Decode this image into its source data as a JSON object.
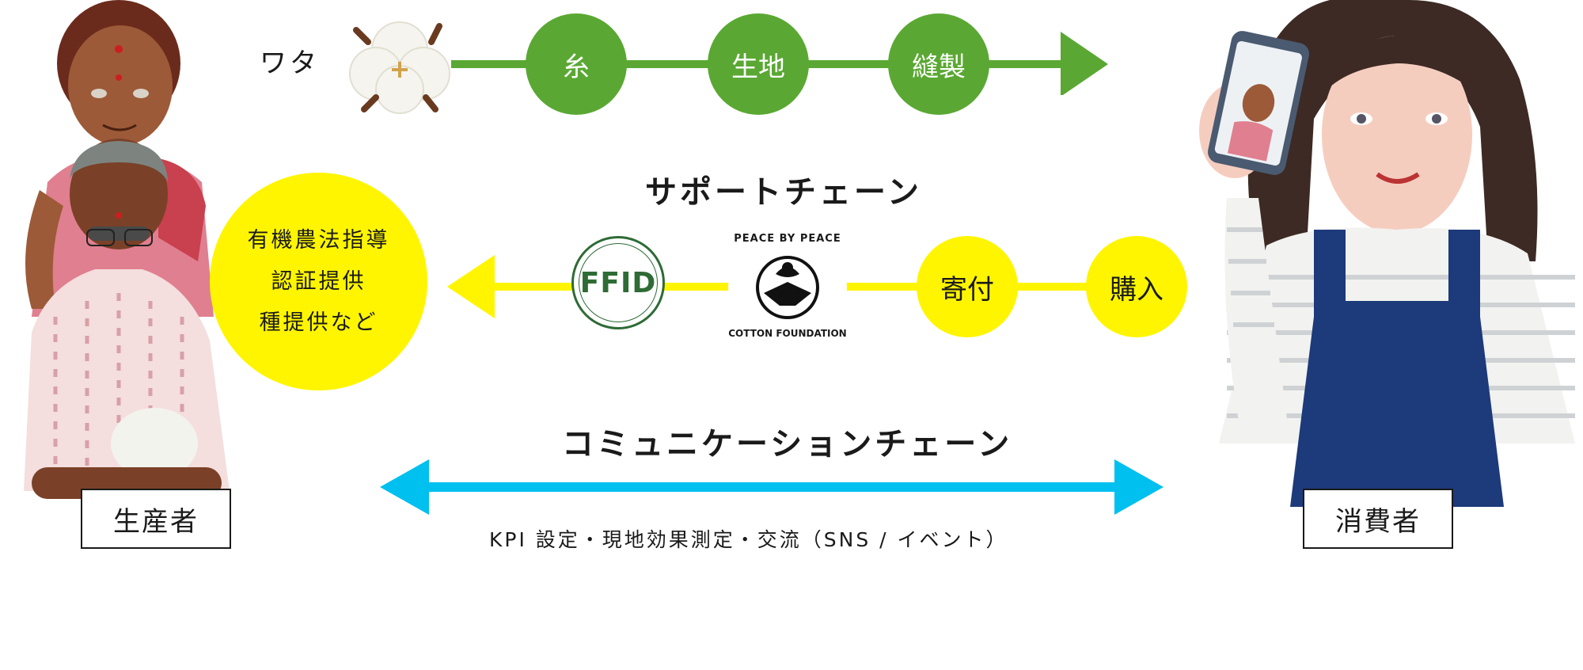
{
  "value_chain": {
    "raw_label": "ワタ",
    "steps": [
      "糸",
      "生地",
      "縫製"
    ]
  },
  "support_chain": {
    "title": "サポートチェーン",
    "ffid_logo": "FFID",
    "pbp_logo_top": "PEACE BY PEACE",
    "pbp_logo_bottom": "COTTON FOUNDATION",
    "donate": "寄付",
    "purchase": "購入",
    "support_items": [
      "有機農法指導",
      "認証提供",
      "種提供など"
    ]
  },
  "communication_chain": {
    "title": "コミュニケーションチェーン",
    "description": "KPI 設定・現地効果測定・交流（SNS / イベント）"
  },
  "producer_label": "生産者",
  "consumer_label": "消費者",
  "colors": {
    "green": "#5aa833",
    "yellow": "#fff500",
    "cyan": "#00c0ef",
    "ffid_green": "#2e6b35"
  }
}
